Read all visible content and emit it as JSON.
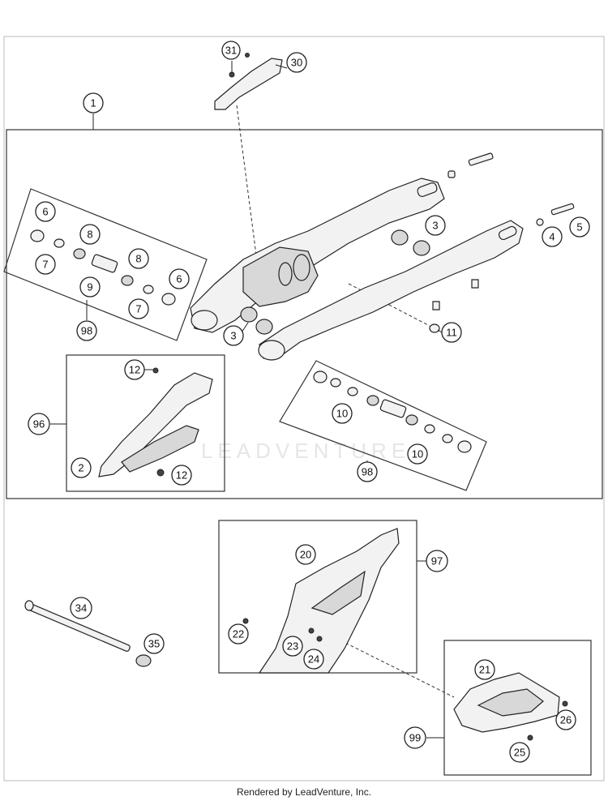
{
  "watermark": "LEADVENTURE",
  "footer": "Rendered by LeadVenture, Inc.",
  "callouts": {
    "c31": "31",
    "c30": "30",
    "c1": "1",
    "c6a": "6",
    "c7a": "7",
    "c8a": "8",
    "c9": "9",
    "c8b": "8",
    "c6b": "6",
    "c7b": "7",
    "c98a": "98",
    "c3a": "3",
    "c3b": "3",
    "c4": "4",
    "c5": "5",
    "c11": "11",
    "c12a": "12",
    "c12b": "12",
    "c96": "96",
    "c2": "2",
    "c10a": "10",
    "c10b": "10",
    "c98b": "98",
    "c20": "20",
    "c97": "97",
    "c22": "22",
    "c23": "23",
    "c24": "24",
    "c34": "34",
    "c35": "35",
    "c21": "21",
    "c26": "26",
    "c99": "99",
    "c25": "25"
  }
}
